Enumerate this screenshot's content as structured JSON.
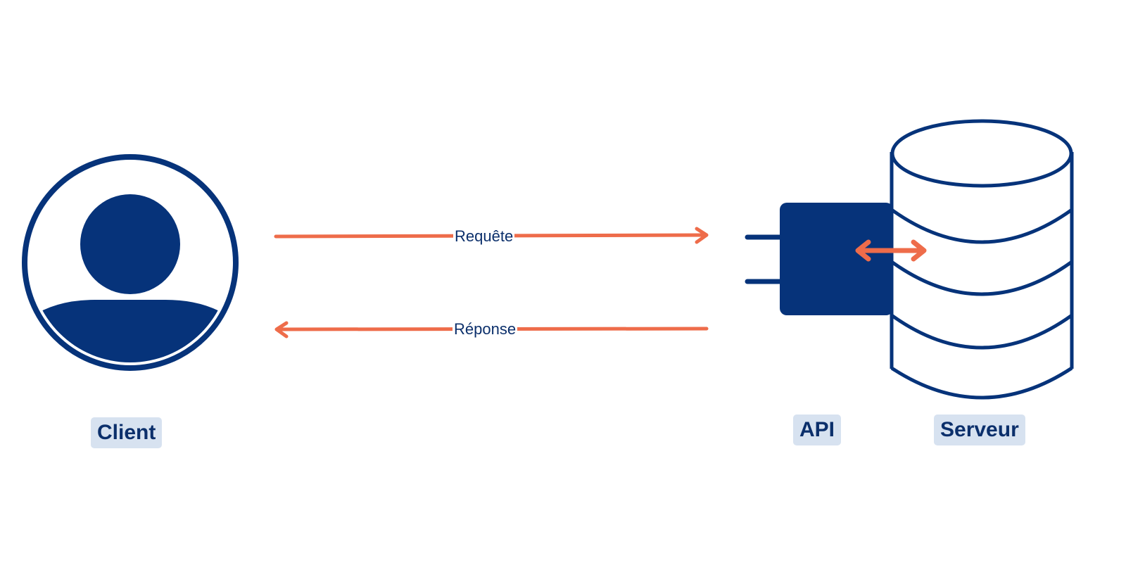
{
  "diagram": {
    "nodes": {
      "client": {
        "label": "Client",
        "icon": "user-avatar-icon"
      },
      "api": {
        "label": "API",
        "icon": "plug-icon"
      },
      "server": {
        "label": "Serveur",
        "icon": "database-cylinder-icon"
      }
    },
    "edges": {
      "request": {
        "label": "Requête",
        "from": "client",
        "to": "api"
      },
      "response": {
        "label": "Réponse",
        "from": "api",
        "to": "client"
      },
      "api_server": {
        "from": "api",
        "to": "server",
        "bidirectional": true
      }
    },
    "colors": {
      "primary": "#06337a",
      "accent": "#ee6c4a",
      "label_bg": "#d7e2f0",
      "label_text": "#0b2f6b"
    }
  }
}
